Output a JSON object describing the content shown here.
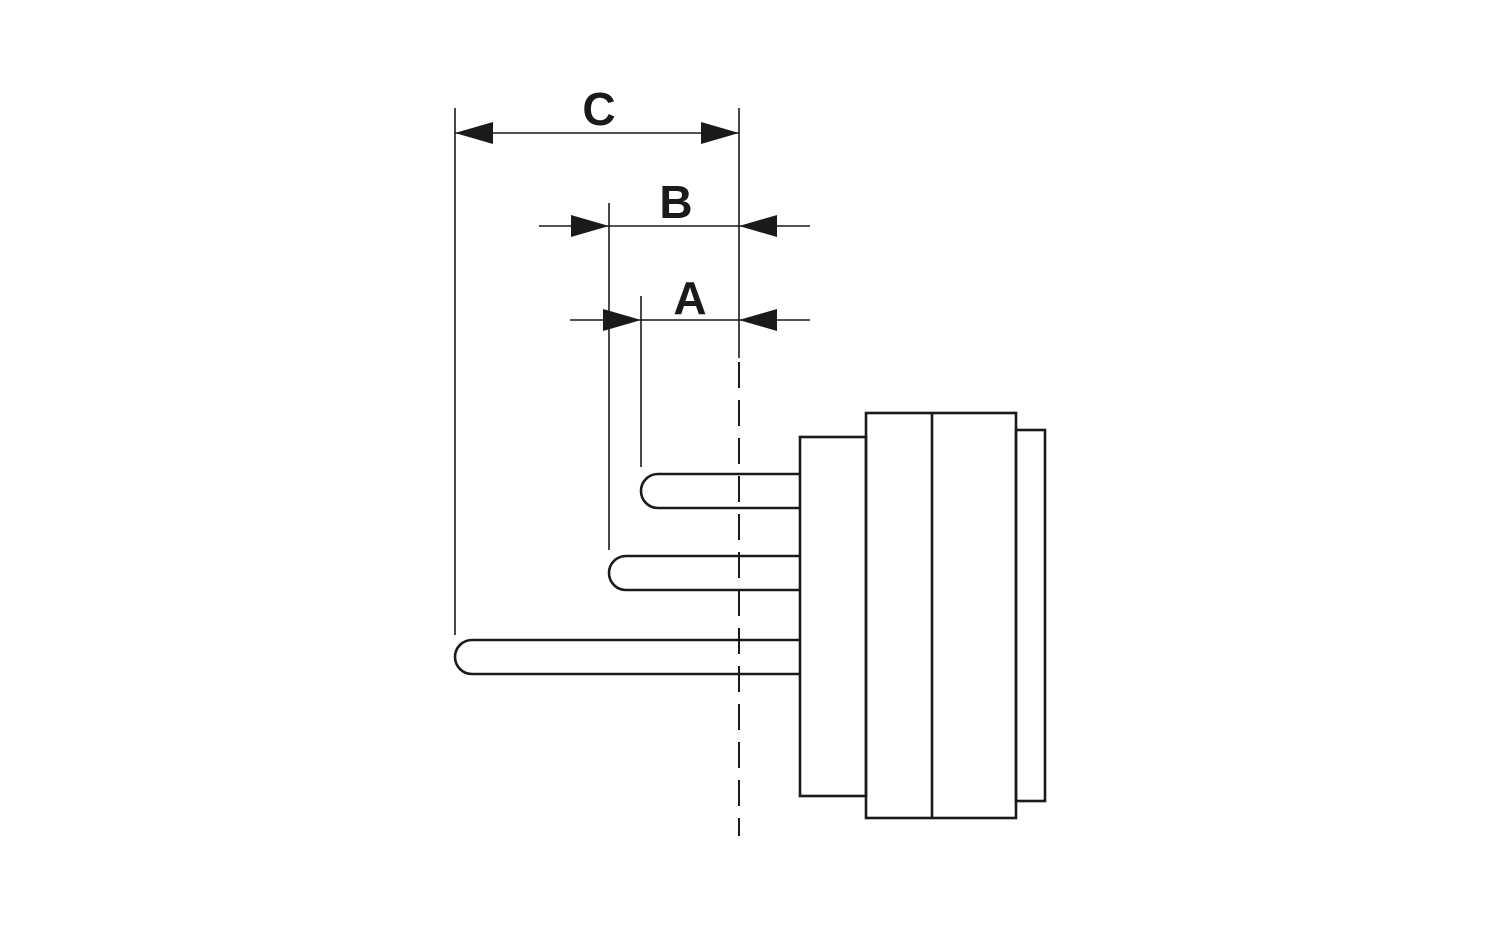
{
  "diagram": {
    "dimensions": [
      {
        "id": "C",
        "label": "C"
      },
      {
        "id": "B",
        "label": "B"
      },
      {
        "id": "A",
        "label": "A"
      }
    ],
    "line_color": "#1a1a1a",
    "background_color": "#ffffff"
  }
}
